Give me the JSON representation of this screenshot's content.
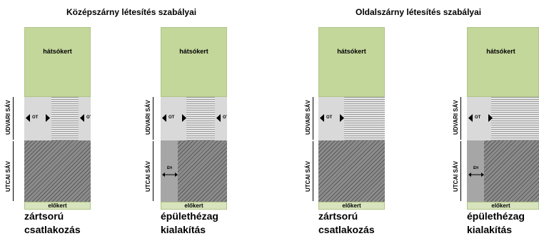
{
  "sections": [
    {
      "title": "Középszárny létesítés szabályai"
    },
    {
      "title": "Oldalszárny létesítés szabályai"
    }
  ],
  "zone_labels": {
    "backyard": "hátsókert",
    "frontyard": "előkert",
    "yard_band": "UDVARI SÁV",
    "street_band": "UTCAI SÁV",
    "setback_marker": "OT",
    "gap_marker": "ÉH"
  },
  "lots": [
    {
      "caption_line1": "zártsorú",
      "caption_line2": "csatlakozás"
    },
    {
      "caption_line1": "épülethézag",
      "caption_line2": "kialakítás"
    },
    {
      "caption_line1": "zártsorú",
      "caption_line2": "csatlakozás"
    },
    {
      "caption_line1": "épülethézag",
      "caption_line2": "kialakítás"
    }
  ],
  "colors": {
    "backyard": "#c4d79b",
    "frontyard": "#d7e4bd",
    "yard_band": "#d9d9d9",
    "street_hatch": "#5a5a5a"
  }
}
